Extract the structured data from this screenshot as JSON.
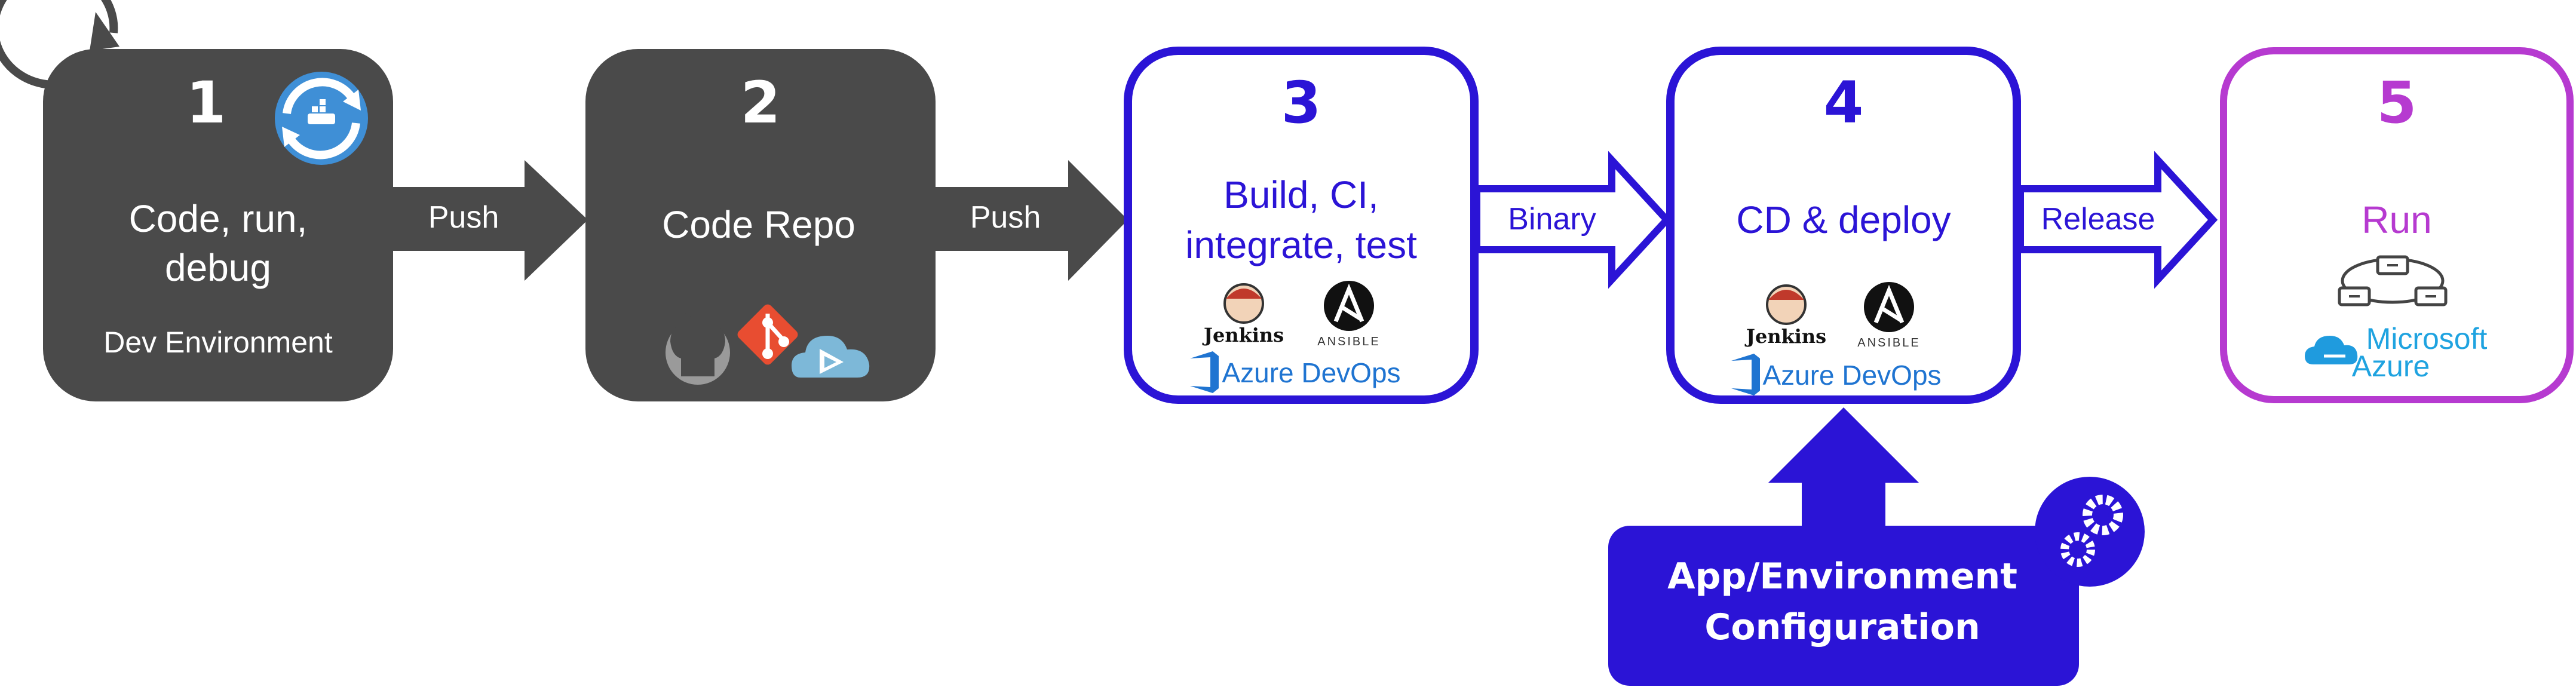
{
  "steps": [
    {
      "number": "1",
      "title_lines": [
        "Code, run,",
        "debug"
      ],
      "subtitle": "Dev Environment"
    },
    {
      "number": "2",
      "title_lines": [
        "Code Repo"
      ]
    },
    {
      "number": "3",
      "title_lines": [
        "Build, CI,",
        "integrate, test"
      ],
      "tool_labels": [
        "Jenkins",
        "ANSIBLE",
        "Azure DevOps"
      ]
    },
    {
      "number": "4",
      "title_lines": [
        "CD & deploy"
      ],
      "tool_labels": [
        "Jenkins",
        "ANSIBLE",
        "Azure DevOps"
      ]
    },
    {
      "number": "5",
      "title_lines": [
        "Run"
      ],
      "tool_labels": [
        "Microsoft",
        "Azure"
      ]
    }
  ],
  "arrows": [
    "Push",
    "Push",
    "Binary",
    "Release"
  ],
  "config": {
    "lines": [
      "App/Environment",
      "Configuration"
    ]
  },
  "colors": {
    "dark": "#4a4a4a",
    "blue": "#2b14d6",
    "purple": "#b63ad0",
    "docker_blue": "#3f8fd6",
    "azure_blue": "#1f74d1",
    "white": "#ffffff"
  },
  "icons": [
    "cycle-arrow-icon",
    "docker-icon",
    "github-icon",
    "git-icon",
    "azure-repos-icon",
    "jenkins-icon",
    "ansible-icon",
    "azure-devops-icon",
    "network-nodes-icon",
    "azure-cloud-icon",
    "gears-icon"
  ]
}
